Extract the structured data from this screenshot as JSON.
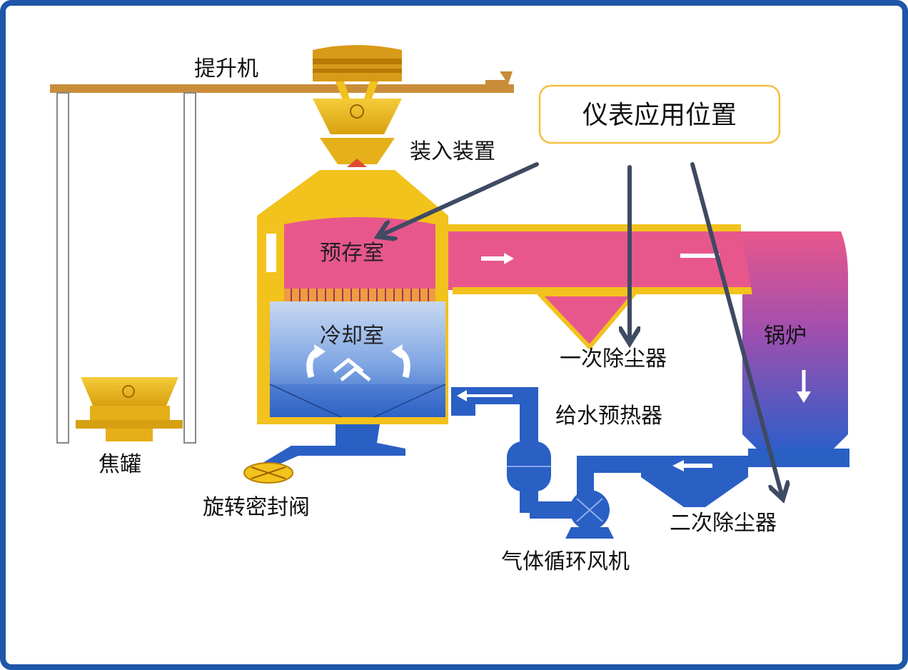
{
  "colors": {
    "frame": "#1f56a8",
    "equipment_yellow": "#f2c21d",
    "equipment_yellow_dark": "#d79a0a",
    "hot_gas_pink": "#e8578c",
    "cooled_gas_blue": "#2e6fd1",
    "boiler_purple": "#9a4fb0",
    "callout_border": "#f5c040",
    "indicator_arrow": "#3f4a63",
    "elevator_brown": "#c98d3a"
  },
  "labels": {
    "hoist": "提升机",
    "charging_device": "装入装置",
    "prechamber": "预存室",
    "cooling_chamber": "冷却室",
    "primary_dust_collector": "一次除尘器",
    "boiler": "锅炉",
    "feedwater_preheater": "给水预热器",
    "secondary_dust_collector": "二次除尘器",
    "circulation_fan": "气体循环风机",
    "rotary_seal_valve": "旋转密封阀",
    "coke_tank": "焦罐"
  },
  "callout": {
    "title": "仪表应用位置"
  }
}
